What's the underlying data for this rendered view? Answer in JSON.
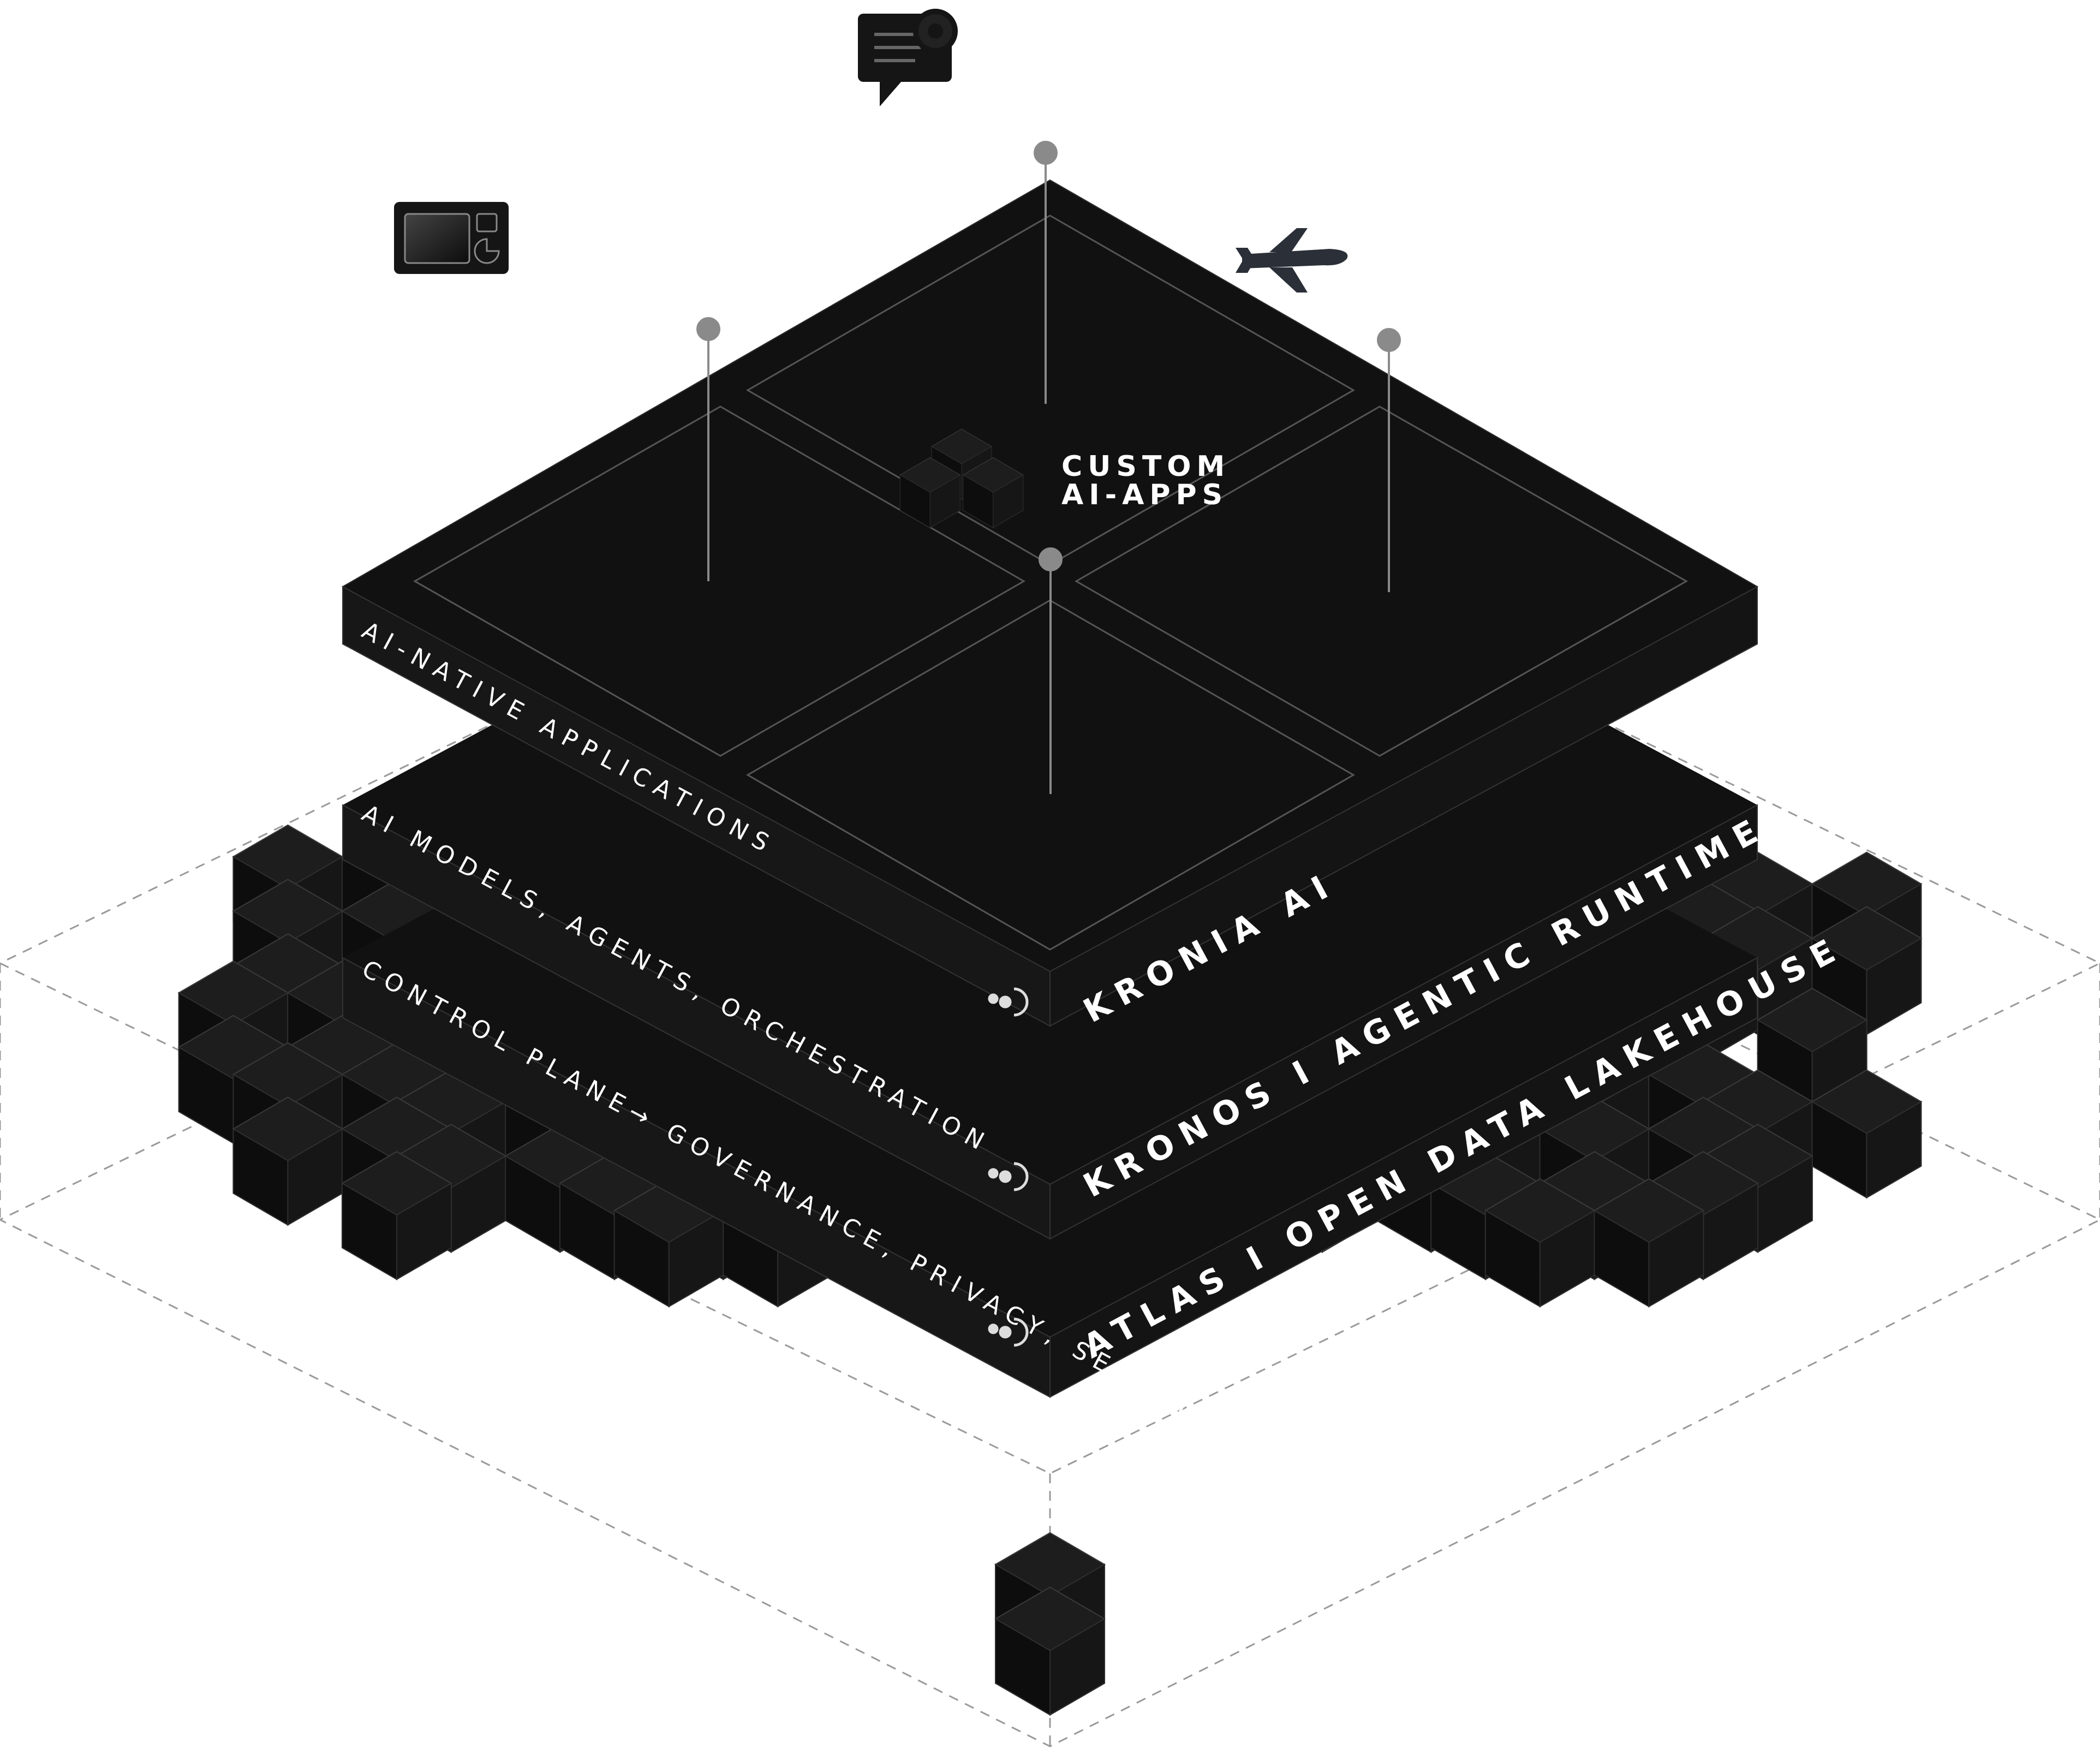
{
  "layers": [
    {
      "key": "apps",
      "side_label": "AI-NATIVE APPLICATIONS",
      "brand_label": "KRONIA AI"
    },
    {
      "key": "runtime",
      "side_label": "AI MODELS, AGENTS, ORCHESTRATION",
      "brand_label": "KRONOS  I AGENTIC RUNTIME"
    },
    {
      "key": "data",
      "side_label": "CONTROL PLANE→ GOVERNANCE, PRIVACY, SECURITY",
      "brand_label": "ATLAS  I OPEN DATA LAKEHOUSE"
    }
  ],
  "center": {
    "line1": "CUSTOM",
    "line2": "AI-APPS"
  },
  "icons": [
    "chat-gear-icon",
    "dashboard-icon",
    "airplane-icon",
    "cubes-icon",
    "logo-mark-icon"
  ],
  "colors": {
    "slab_top": "#111111",
    "slab_left": "#1a1a1a",
    "slab_right": "#161616",
    "cube": "#141414",
    "pin": "#8a8a8a",
    "dash": "#9a9a9a"
  }
}
